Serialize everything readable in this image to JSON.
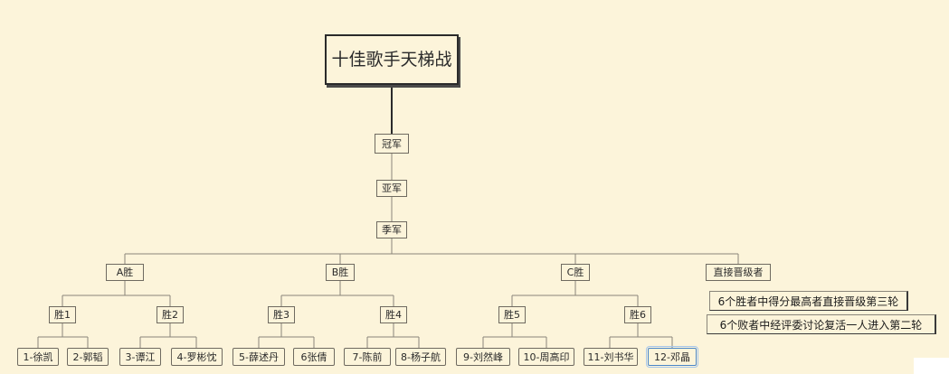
{
  "theme": {
    "background": "#fcf4da",
    "line": "#8a857a",
    "root_border": "#2a2a2a",
    "selected_border": "#4a86c8"
  },
  "root": {
    "label": "十佳歌手天梯战"
  },
  "chain": {
    "champion": "冠军",
    "runner_up": "亚军",
    "third": "季军"
  },
  "groups": {
    "a": "A胜",
    "b": "B胜",
    "c": "C胜",
    "direct": "直接晋级者"
  },
  "wins": {
    "w1": "胜1",
    "w2": "胜2",
    "w3": "胜3",
    "w4": "胜4",
    "w5": "胜5",
    "w6": "胜6"
  },
  "contestants": [
    "1-徐凯",
    "2-郭韬",
    "3-谭江",
    "4-罗彬忱",
    "5-薛述丹",
    "6张倩",
    "7-陈前",
    "8-杨子航",
    "9-刘然峰",
    "10-周高印",
    "11-刘书华",
    "12-邓晶"
  ],
  "notes": {
    "note1": "6个胜者中得分最高者直接晋级第三轮",
    "note2": "6个败者中经评委讨论复活一人进入第二轮"
  }
}
